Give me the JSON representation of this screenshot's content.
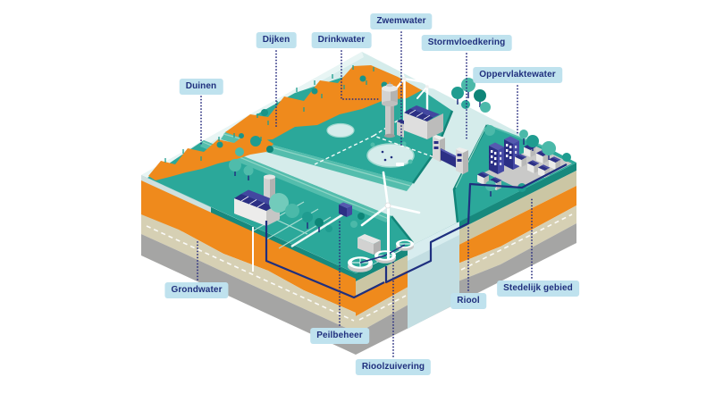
{
  "diagram": {
    "labels": [
      {
        "id": "duinen",
        "text": "Duinen"
      },
      {
        "id": "dijken",
        "text": "Dijken"
      },
      {
        "id": "drinkwater",
        "text": "Drinkwater"
      },
      {
        "id": "zwemwater",
        "text": "Zwemwater"
      },
      {
        "id": "stormvloedkering",
        "text": "Stormvloedkering"
      },
      {
        "id": "oppervlaktewater",
        "text": "Oppervlaktewater"
      },
      {
        "id": "grondwater",
        "text": "Grondwater"
      },
      {
        "id": "peilbeheer",
        "text": "Peilbeheer"
      },
      {
        "id": "rioolzuivering",
        "text": "Rioolzuivering"
      },
      {
        "id": "riool",
        "text": "Riool"
      },
      {
        "id": "stedelijk_gebied",
        "text": "Stedelijk gebied"
      }
    ],
    "colors": {
      "label_background": "#bfe2ee",
      "label_text": "#1f2f7d",
      "connector_dots": "#2b3080",
      "land_teal": "#2ba89a",
      "bank_teal_dark": "#128478",
      "dike_teal_light": "#54bdad",
      "dune_orange": "#ef8a1c",
      "water_pale_blue": "#d5eceb",
      "sand_beige": "#d6d0b4",
      "clay_olive": "#cbc6a4",
      "subsoil_gray": "#a5a5a4",
      "building_indigo": "#2c3085",
      "building_gray": "#c9c9c8",
      "pipe_navy": "#1e2f7f",
      "turbine_white": "#ffffff"
    }
  }
}
